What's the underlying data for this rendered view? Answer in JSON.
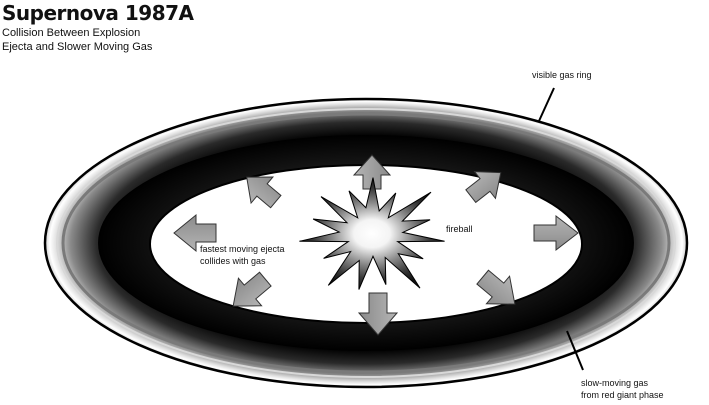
{
  "header": {
    "title": "Supernova 1987A",
    "subtitle_line1": "Collision Between Explosion",
    "subtitle_line2": "Ejecta and Slower Moving Gas"
  },
  "labels": {
    "ring": "visible gas ring",
    "fireball": "fireball",
    "ejecta_line1": "fastest moving ejecta",
    "ejecta_line2": "collides with gas",
    "slowgas_line1": "slow-moving gas",
    "slowgas_line2": "from red giant phase"
  },
  "icons": {
    "fireball": "starburst-icon",
    "arrows": "outward-arrow-icon"
  },
  "colors": {
    "ring_dark": "#000000",
    "ring_light": "#f2f2f2",
    "arrow_fill": "#9a9a9a",
    "inner_gas": "#ffffff"
  }
}
